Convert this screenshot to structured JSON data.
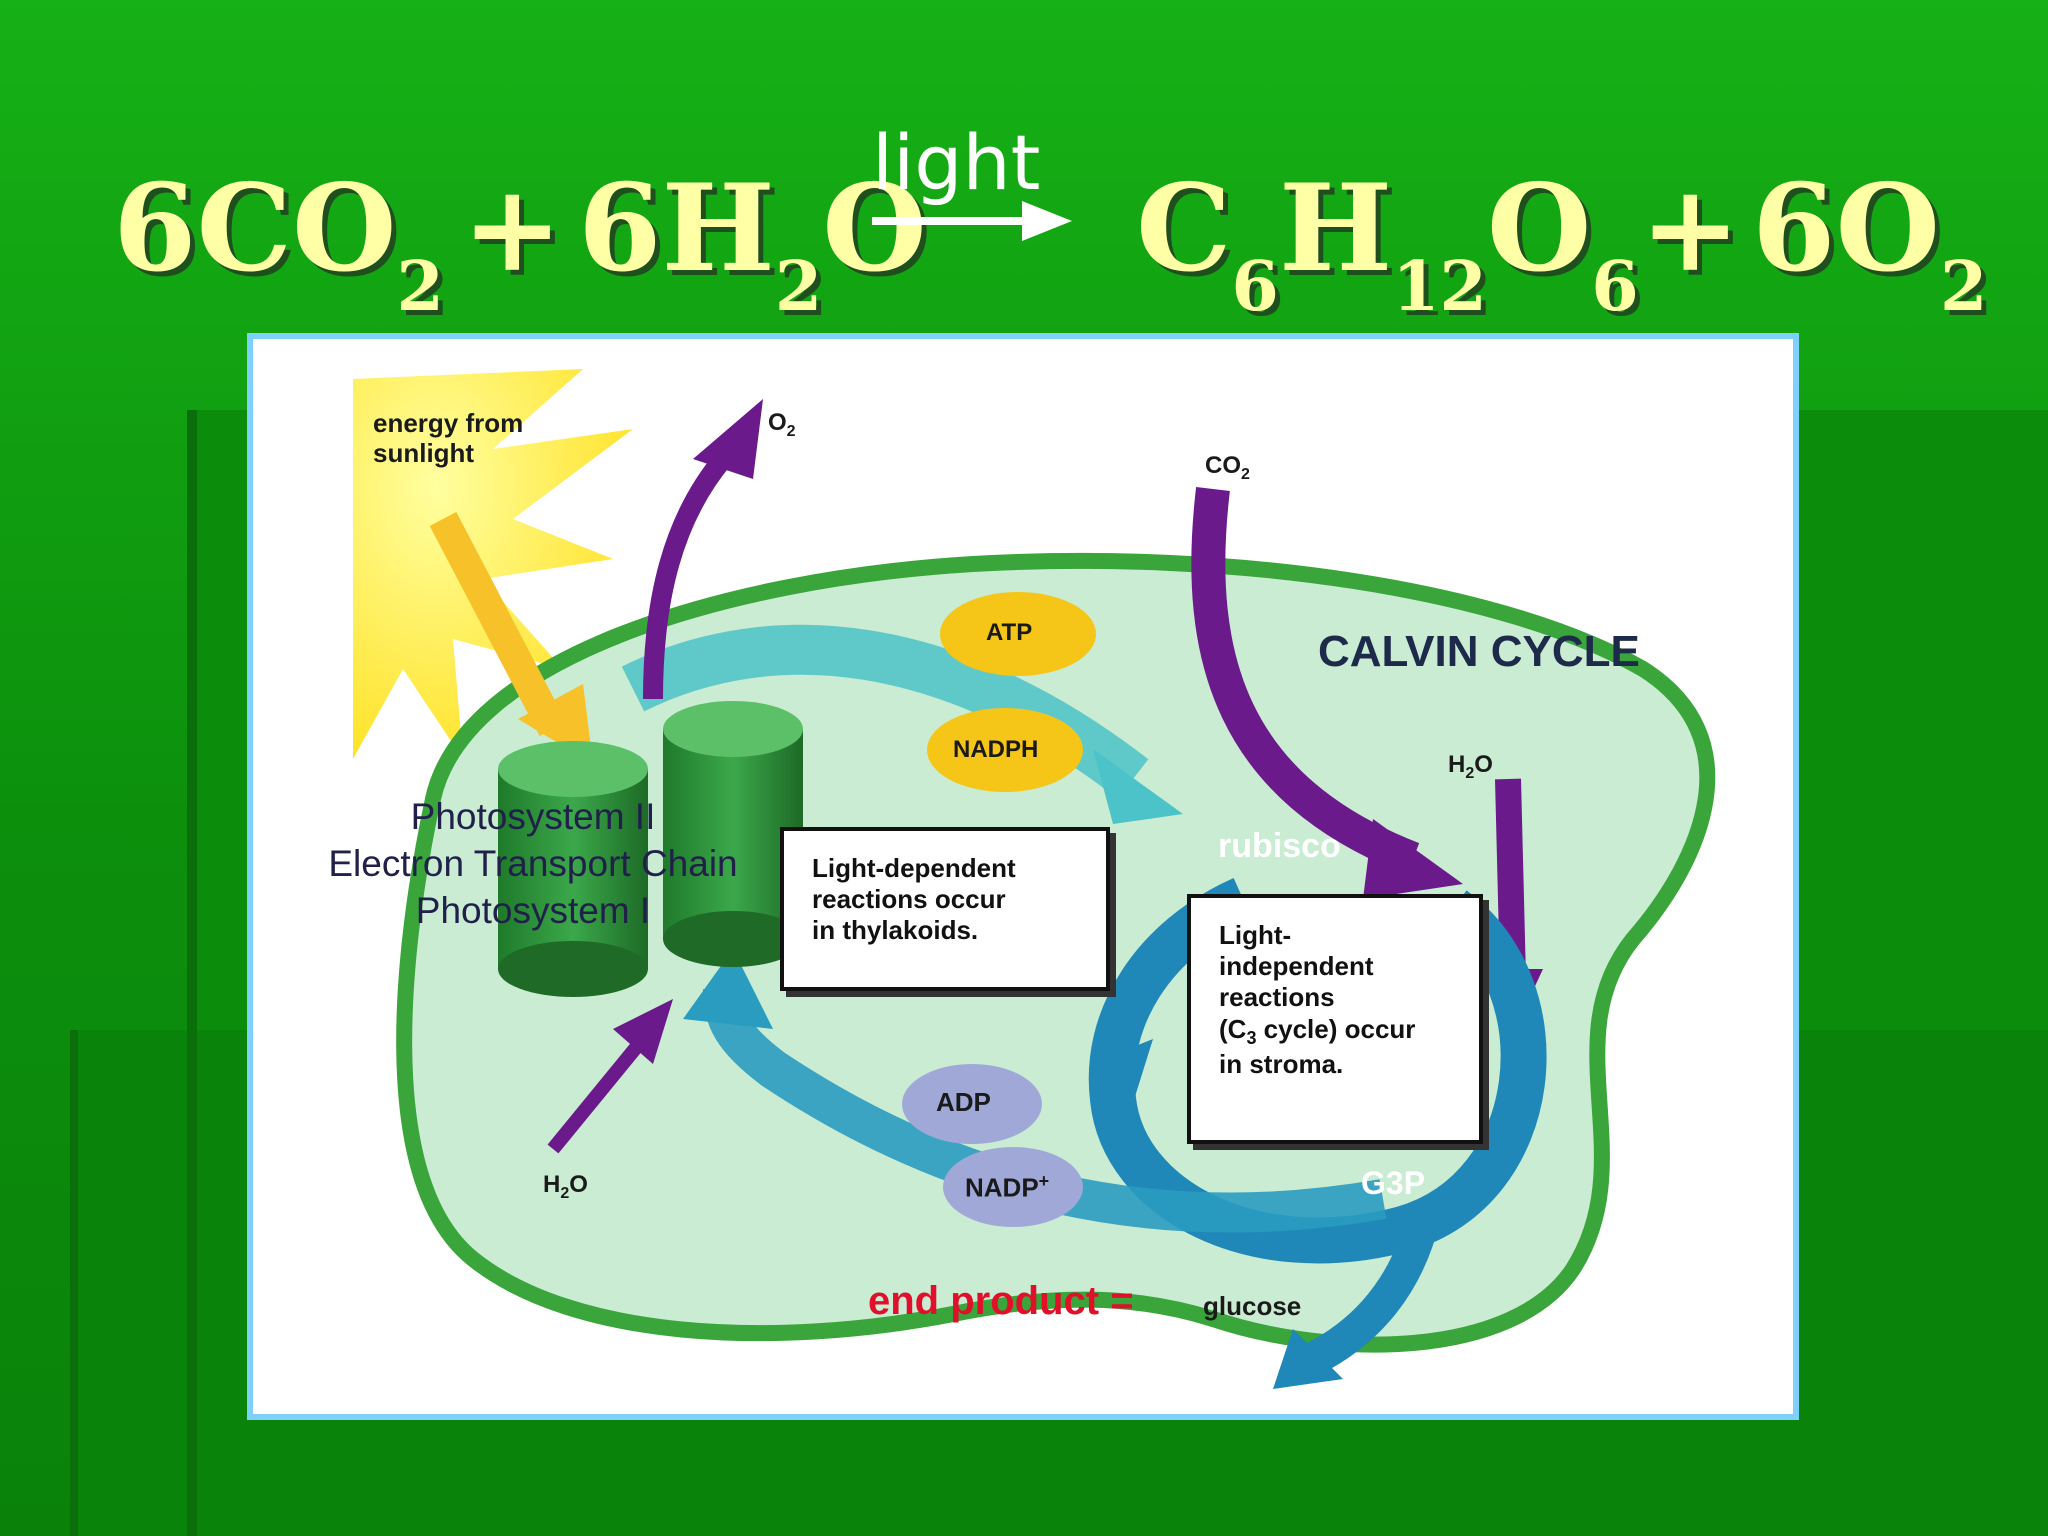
{
  "equation": {
    "reactant_1_coef": "6CO",
    "reactant_1_sub": "2",
    "plus_1": "+",
    "reactant_2_coef": "6H",
    "reactant_2_sub": "2",
    "reactant_2_end": "O",
    "arrow_label": "light",
    "product_1_c": "C",
    "product_1_c_sub": "6",
    "product_1_h": "H",
    "product_1_h_sub": "12",
    "product_1_o": "O",
    "product_1_o_sub": "6",
    "plus_2": "+",
    "product_2_coef": "6O",
    "product_2_sub": "2"
  },
  "diagram": {
    "sun_label_line1": "energy from",
    "sun_label_line2": "sunlight",
    "o2_label": "O",
    "o2_sub": "2",
    "co2_label": "CO",
    "co2_sub": "2",
    "atp_label": "ATP",
    "nadph_label": "NADPH",
    "calvin_cycle_title": "CALVIN CYCLE",
    "h2o_right_label": "H",
    "h2o_right_sub": "2",
    "h2o_right_end": "O",
    "photosystem_lines": [
      "Photosystem II",
      "Electron Transport Chain",
      "Photosystem I"
    ],
    "light_dependent_box": [
      "Light-dependent",
      "reactions occur",
      "in thylakoids."
    ],
    "rubisco_label": "rubisco",
    "light_independent_box_lines": [
      "Light-",
      "independent",
      "reactions"
    ],
    "light_independent_c3_prefix": "(C",
    "light_independent_c3_sub": "3",
    "light_independent_c3_suffix": " cycle) occur",
    "light_independent_last": "in stroma.",
    "adp_label": "ADP",
    "nadp_label": "NADP",
    "nadp_sup": "+",
    "h2o_left_label": "H",
    "h2o_left_sub": "2",
    "h2o_left_end": "O",
    "g3p_label": "G3P",
    "end_product_label": "end product =",
    "glucose_label": "glucose"
  },
  "colors": {
    "background": "#12a412",
    "equation_text": "#ffffa6",
    "chloroplast_fill": "#c9ecd3",
    "chloroplast_border": "#3aa53a",
    "purple_arrow": "#6a1a8a",
    "cyan_arrow": "#2bb0c0",
    "blue_cycle": "#1f88b8",
    "atp_oval": "#f5c518",
    "adp_oval": "#a0a8d8",
    "end_product_red": "#e0102a"
  }
}
